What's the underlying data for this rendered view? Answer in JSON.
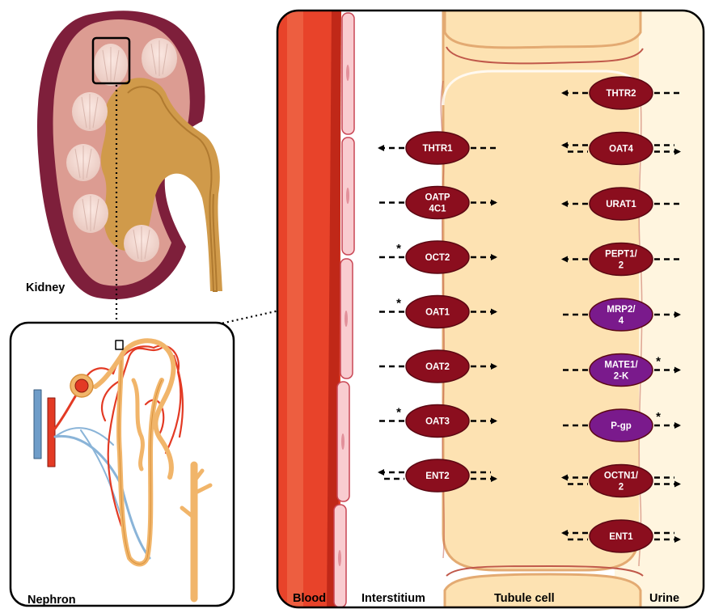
{
  "labels": {
    "kidney": "Kidney",
    "nephron": "Nephron",
    "blood": "Blood",
    "interstitium": "Interstitium",
    "tubule_cell": "Tubule cell",
    "urine": "Urine"
  },
  "colors": {
    "transporter": "#8b0e1e",
    "efflux_transporter": "#7a1a8c",
    "blood": "#e8432a",
    "cell": "#fde2b2",
    "urine": "#fff5df"
  },
  "basolateral_transporters": [
    {
      "name": "THTR1",
      "direction": "efflux",
      "asterisk": false
    },
    {
      "name": "OATP 4C1",
      "direction": "uptake",
      "asterisk": false
    },
    {
      "name": "OCT2",
      "direction": "uptake",
      "asterisk": true
    },
    {
      "name": "OAT1",
      "direction": "uptake",
      "asterisk": true
    },
    {
      "name": "OAT2",
      "direction": "uptake",
      "asterisk": false
    },
    {
      "name": "OAT3",
      "direction": "uptake",
      "asterisk": true
    },
    {
      "name": "ENT2",
      "direction": "bidirectional",
      "asterisk": false
    }
  ],
  "apical_transporters": [
    {
      "name": "THTR2",
      "direction": "uptake",
      "asterisk": false
    },
    {
      "name": "OAT4",
      "direction": "bidirectional",
      "asterisk": false
    },
    {
      "name": "URAT1",
      "direction": "uptake",
      "asterisk": false
    },
    {
      "name": "PEPT1/ 2",
      "direction": "uptake",
      "asterisk": false
    },
    {
      "name": "MRP2/ 4",
      "direction": "efflux",
      "asterisk": false
    },
    {
      "name": "MATE1/ 2-K",
      "direction": "efflux",
      "asterisk": true
    },
    {
      "name": "P-gp",
      "direction": "efflux",
      "asterisk": true
    },
    {
      "name": "OCTN1/ 2",
      "direction": "bidirectional",
      "asterisk": false
    },
    {
      "name": "ENT1",
      "direction": "bidirectional",
      "asterisk": false
    }
  ]
}
